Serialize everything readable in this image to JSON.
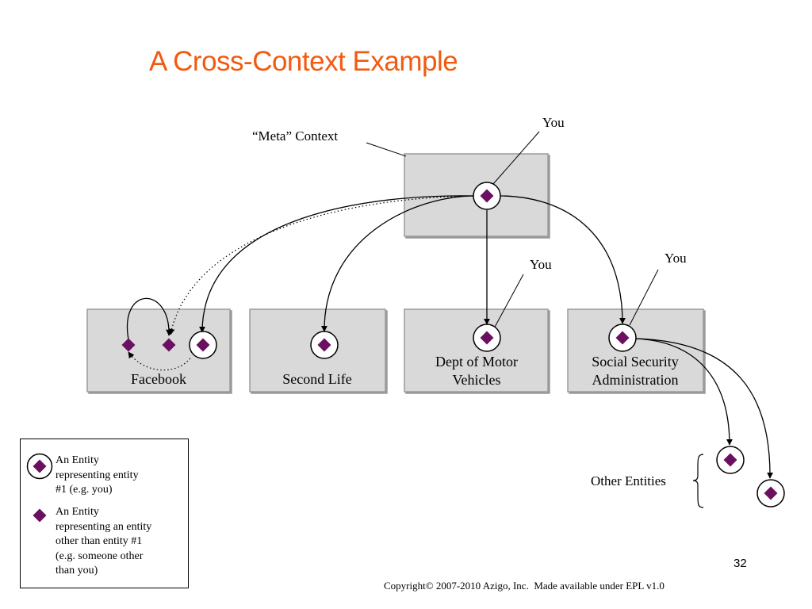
{
  "title": "A Cross-Context Example",
  "labels": {
    "meta_context": "“Meta” Context",
    "you_top": "You",
    "you_dmv": "You",
    "you_ssa": "You",
    "other_entities": "Other Entities"
  },
  "contexts": [
    {
      "name": "Facebook"
    },
    {
      "name": "Second Life"
    },
    {
      "name_line1": "Dept of Motor",
      "name_line2": "Vehicles"
    },
    {
      "name_line1": "Social Security",
      "name_line2": "Administration"
    }
  ],
  "legend": {
    "item1": [
      "An Entity",
      "representing entity",
      "#1 (e.g. you)"
    ],
    "item2": [
      "An Entity",
      "representing an entity",
      "other than entity #1",
      "(e.g. someone other",
      "than you)"
    ]
  },
  "page_number": "32",
  "copyright": "Copyright© 2007-2010 Azigo, Inc.  Made available under EPL v1.0",
  "colors": {
    "title": "#f25a0f",
    "entity": "#6b1060",
    "box_fill": "#d9d9d9",
    "box_border": "#9a9a9a"
  },
  "icons": {
    "entity_you": "circled-diamond-icon",
    "entity_other": "diamond-icon"
  }
}
